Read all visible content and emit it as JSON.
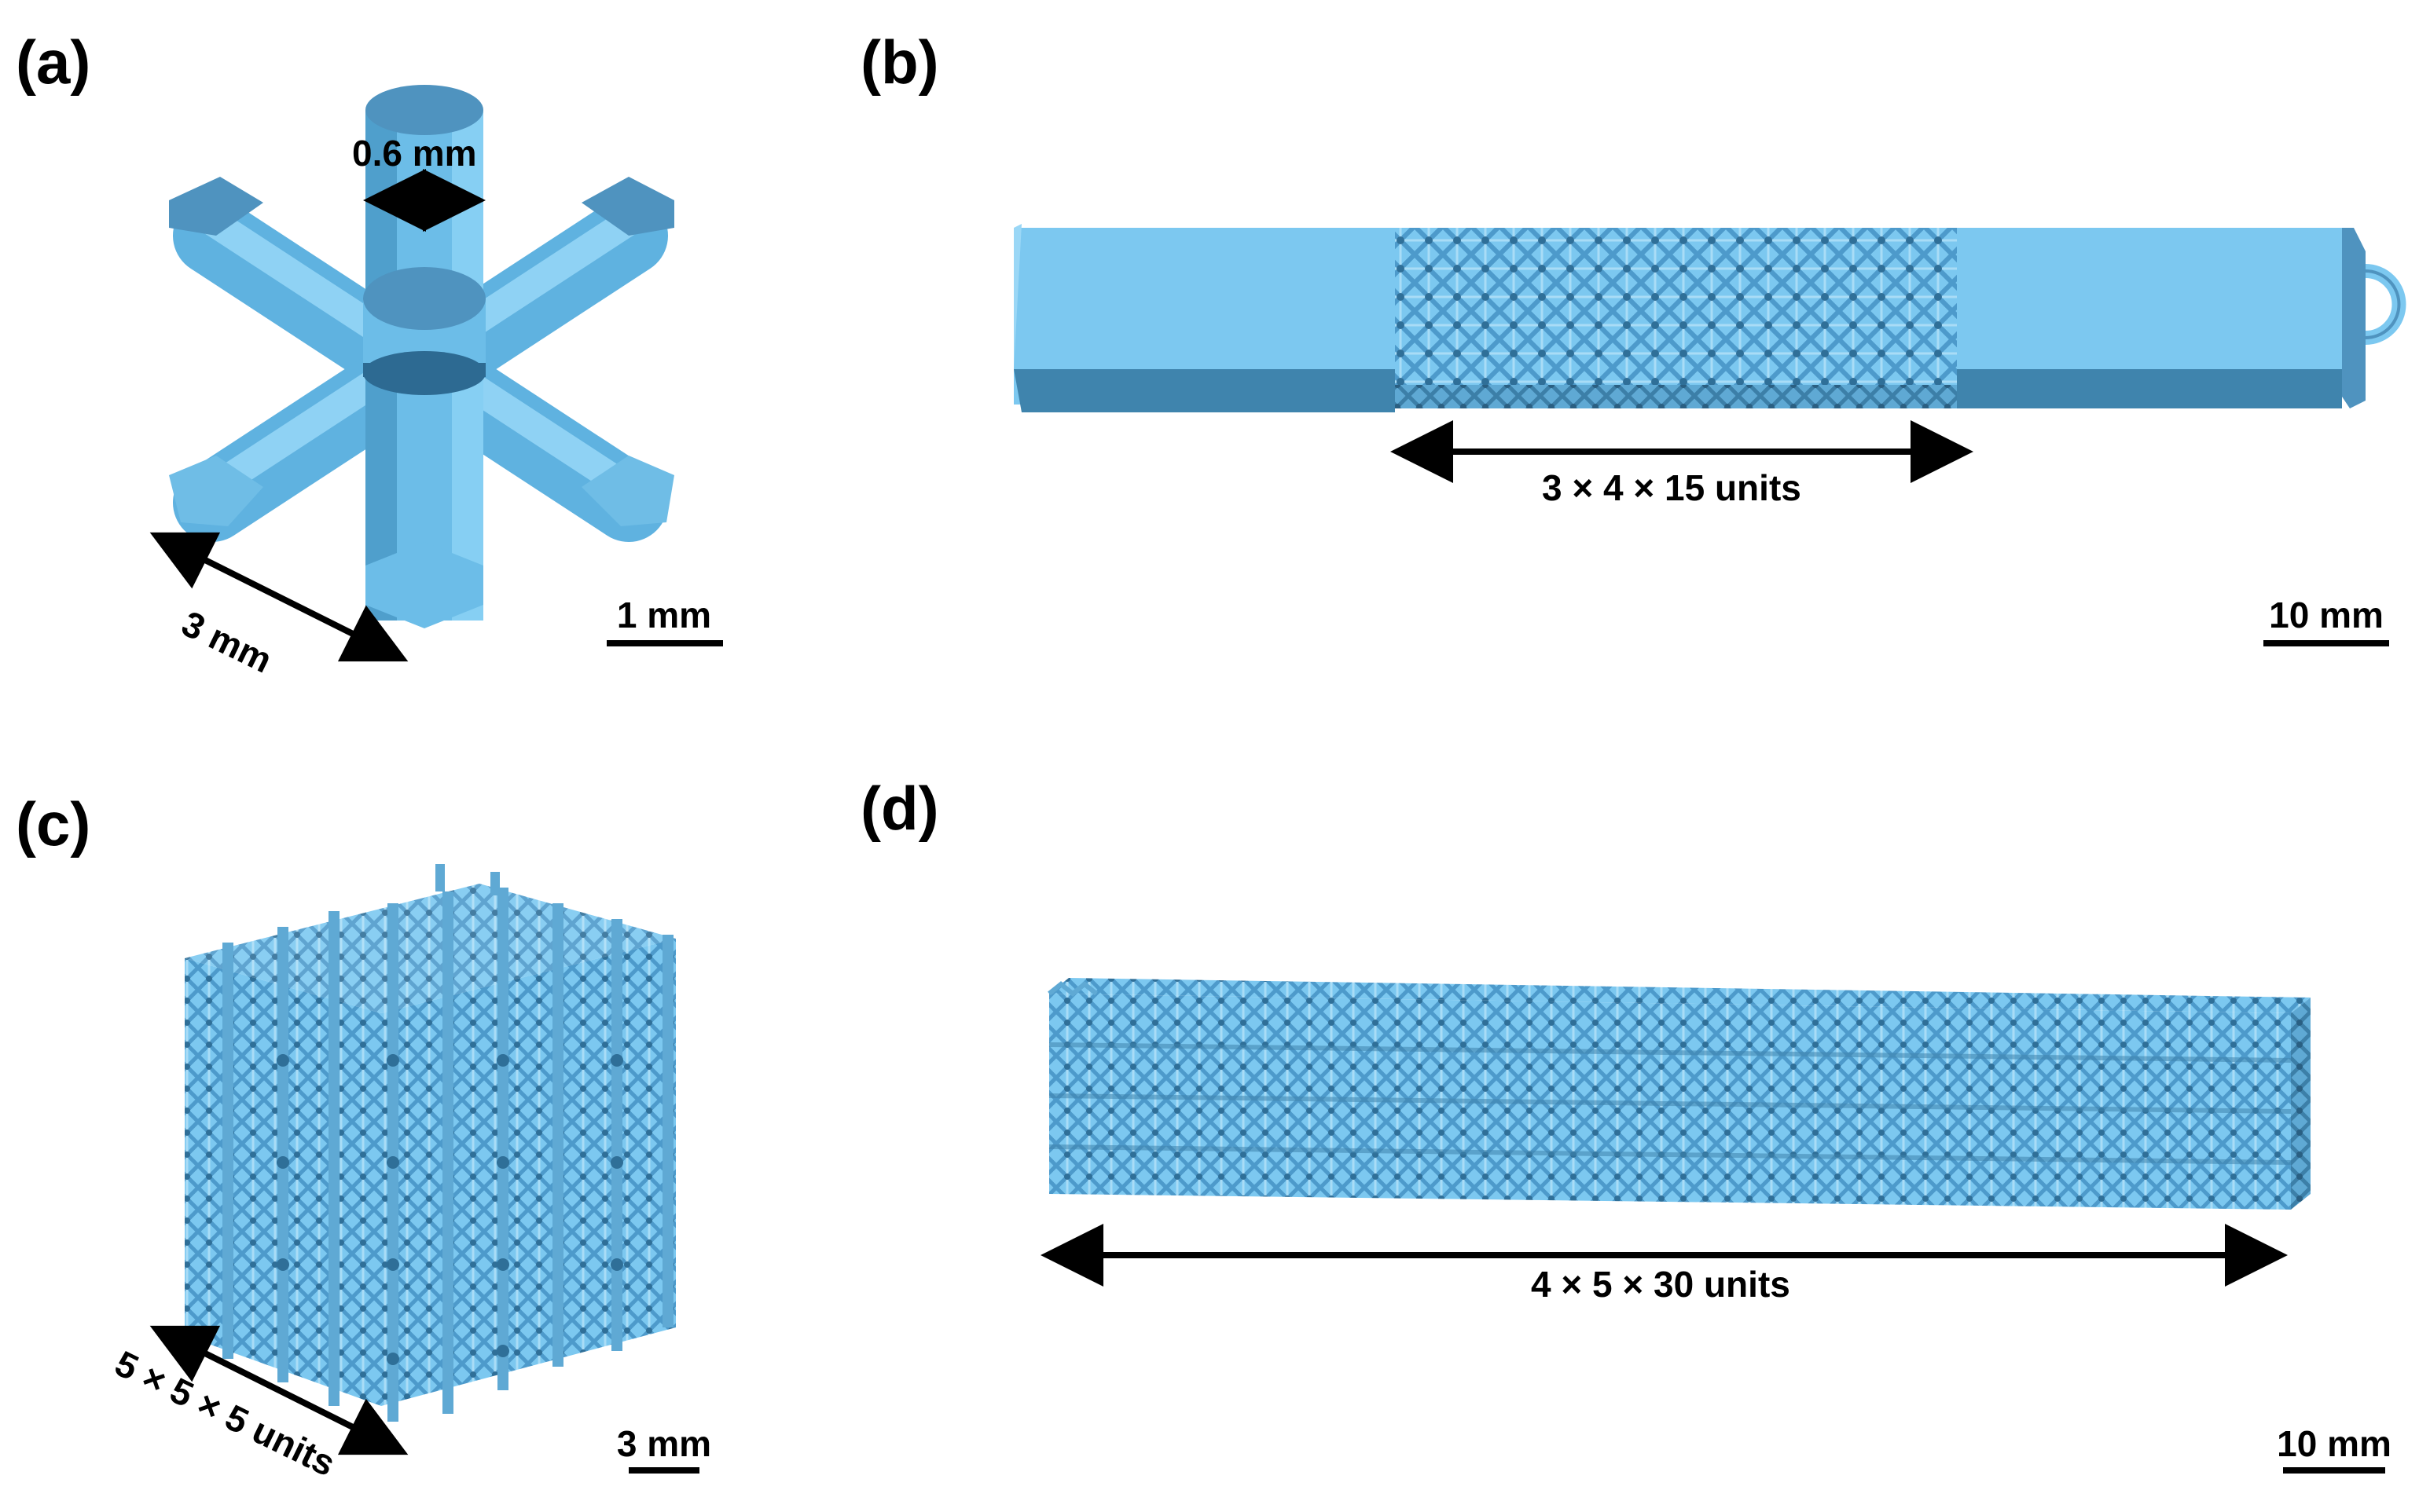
{
  "panels": {
    "a": {
      "label": "(a)",
      "strut_diameter": "0.6 mm",
      "unit_cell_size": "3 mm",
      "scale_bar": "1 mm"
    },
    "b": {
      "label": "(b)",
      "lattice_units": "3 × 4 × 15 units",
      "scale_bar": "10 mm"
    },
    "c": {
      "label": "(c)",
      "lattice_units": "5 × 5 × 5 units",
      "scale_bar": "3 mm"
    },
    "d": {
      "label": "(d)",
      "lattice_units": "4 × 5 × 30 units",
      "scale_bar": "10 mm"
    }
  },
  "colors": {
    "model_light": "#7cc8f0",
    "model_mid": "#5fb2e0",
    "model_dark": "#3f84ad",
    "annotation": "#000000"
  }
}
